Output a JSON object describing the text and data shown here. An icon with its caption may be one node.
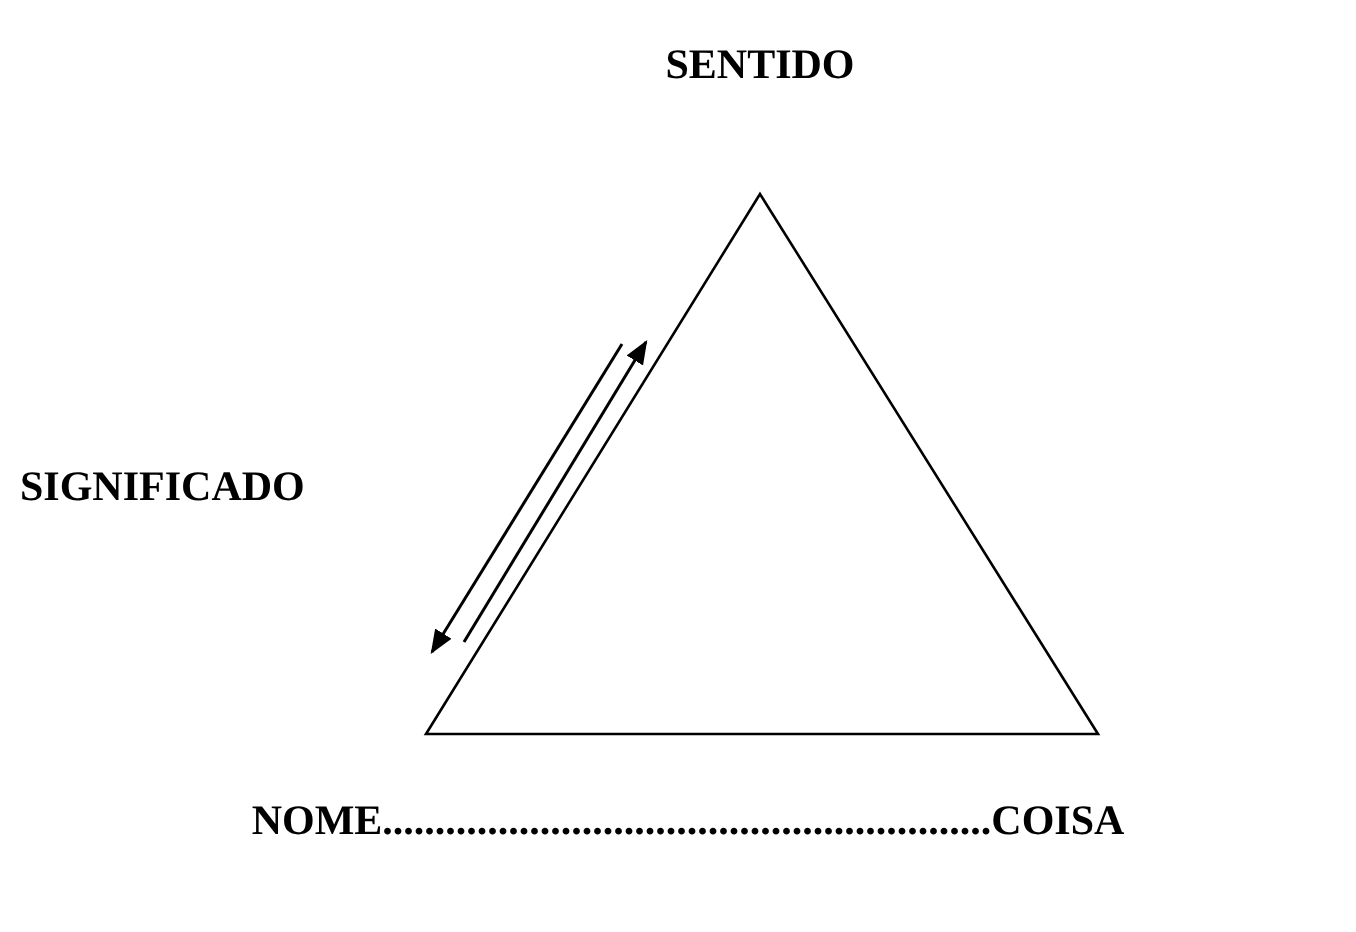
{
  "diagram": {
    "nodes": [
      {
        "text": [],
        "shape": "triangle"
      }
    ],
    "labels": [
      "SENTIDO",
      "SIGNIFICADO",
      "NOME..........................................................COISA"
    ]
  }
}
